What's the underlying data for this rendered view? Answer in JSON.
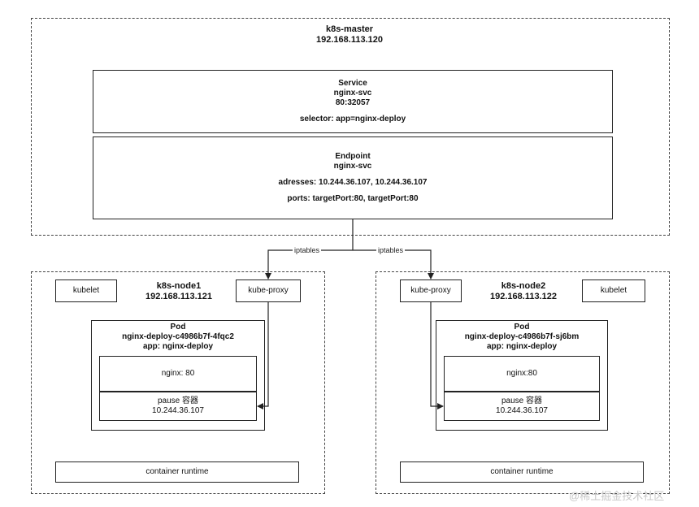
{
  "master": {
    "title": "k8s-master",
    "ip": "192.168.113.120",
    "service": {
      "title": "Service",
      "name": "nginx-svc",
      "port": "80:32057",
      "selector": "selector: app=nginx-deploy"
    },
    "endpoint": {
      "title": "Endpoint",
      "name": "nginx-svc",
      "addresses": "adresses: 10.244.36.107, 10.244.36.107",
      "ports": "ports: targetPort:80, targetPort:80"
    }
  },
  "edges": {
    "left_label": "iptables",
    "right_label": "iptables"
  },
  "node1": {
    "title": "k8s-node1",
    "ip": "192.168.113.121",
    "kubelet": "kubelet",
    "kube_proxy": "kube-proxy",
    "pod": {
      "title": "Pod",
      "name": "nginx-deploy-c4986b7f-4fqc2",
      "label": "app: nginx-deploy",
      "container": "nginx: 80",
      "pause": "pause 容器",
      "pause_ip": "10.244.36.107"
    },
    "runtime": "container runtime"
  },
  "node2": {
    "title": "k8s-node2",
    "ip": "192.168.113.122",
    "kubelet": "kubelet",
    "kube_proxy": "kube-proxy",
    "pod": {
      "title": "Pod",
      "name": "nginx-deploy-c4986b7f-sj6bm",
      "label": "app: nginx-deploy",
      "container": "nginx:80",
      "pause": "pause 容器",
      "pause_ip": "10.244.36.107"
    },
    "runtime": "container runtime"
  },
  "watermark": "@稀土掘金技术社区"
}
